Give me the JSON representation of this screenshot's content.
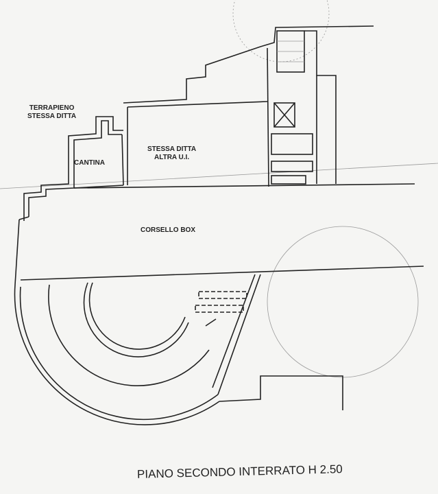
{
  "labels": {
    "terrapieno": "TERRAPIENO",
    "terrapieno_sub": "STESSA DITTA",
    "cantina": "CANTINA",
    "stessa_ditta": "STESSA DITTA",
    "altra_ui": "ALTRA U.I.",
    "corsello": "CORSELLO BOX"
  },
  "title": "PIANO SECONDO INTERRATO H 2.50"
}
